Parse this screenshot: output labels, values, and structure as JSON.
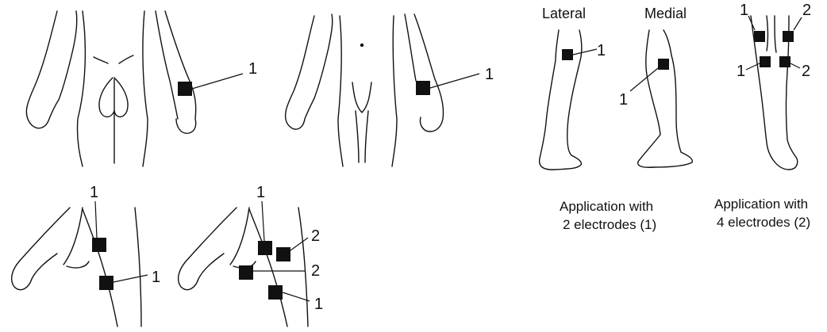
{
  "labels": {
    "one": "1",
    "two": "2",
    "lateral": "Lateral",
    "medial": "Medial"
  },
  "captions": {
    "two_electrodes": [
      "Application with",
      "2 electrodes (1)"
    ],
    "four_electrodes": [
      "Application with",
      "4 electrodes (2)"
    ]
  },
  "colors": {
    "line": "#111111",
    "electrode": "#111111",
    "background": "#ffffff"
  }
}
